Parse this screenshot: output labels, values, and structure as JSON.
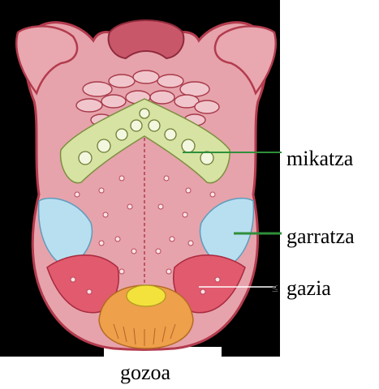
{
  "diagram": {
    "labels": {
      "bitter": "mikatza",
      "sour": "garratza",
      "salty": "gazia",
      "sweet": "gozoa"
    },
    "colors": {
      "background": "#000000",
      "tongue": "#e7a0a8",
      "tongue_edge": "#c94a5a",
      "bitter_zone": "#d9e6a6",
      "sour_zone": "#b9e0ef",
      "salty_zone": "#e8556a",
      "sweet_zone": "#f0a24a",
      "sweet_tip": "#f2e33c",
      "leader_line": "#2f8f3a",
      "salty_line": "#ffffff"
    }
  }
}
